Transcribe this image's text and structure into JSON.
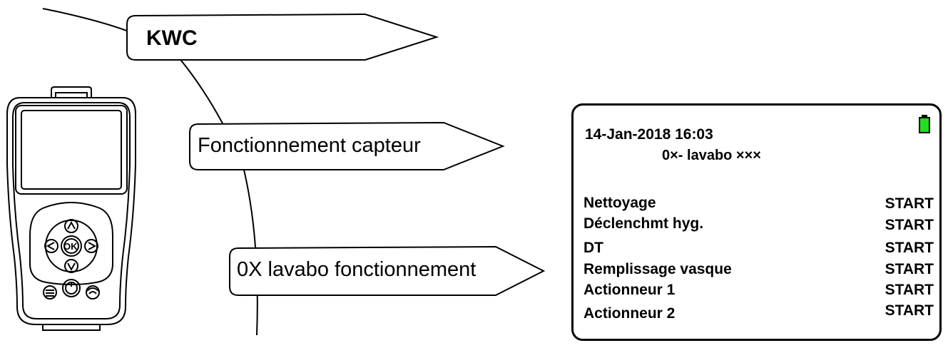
{
  "tags": {
    "brand": "KWC",
    "sensor_operation": "Fonctionnement capteur",
    "basin_operation": "0X lavabo fonctionnement"
  },
  "device": {
    "center_button": "OK"
  },
  "screen": {
    "datetime": "14-Jan-2018 16:03",
    "device_name": "0×- lavabo ×××",
    "battery_color": "#22dd22",
    "rows": [
      {
        "label": "Nettoyage",
        "value": "START"
      },
      {
        "label": "Déclenchmt hyg.",
        "value": "START"
      },
      {
        "label": "DT",
        "value": "START"
      },
      {
        "label": "Remplissage vasque",
        "value": "START"
      },
      {
        "label": "Actionneur 1",
        "value": "START"
      },
      {
        "label": "Actionneur 2",
        "value": "START"
      }
    ]
  }
}
